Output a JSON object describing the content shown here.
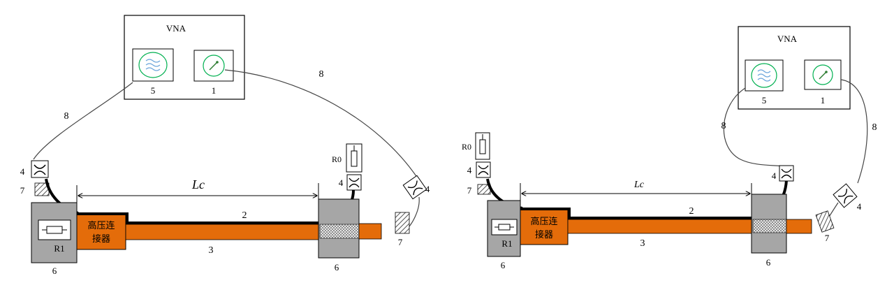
{
  "colors": {
    "orange": "#e46c0a",
    "block_gray": "#a6a6a6",
    "cable_black": "#000000",
    "wire_gray": "#444444",
    "instrument_green": "#00b050",
    "wave_blue": "#6fa8dc",
    "dashboard_green": "#2e7d32"
  },
  "icons": {
    "signal_source": "wave-icon",
    "receiver": "dial-icon",
    "connector": "coax-connector-icon",
    "resistor": "resistor-icon",
    "clamp": "hatched-clamp-icon"
  },
  "left": {
    "vna": "VNA",
    "l5": "5",
    "l1": "1",
    "l8a": "8",
    "l8b": "8",
    "l4a": "4",
    "l7a": "7",
    "r0": "R0",
    "l4b": "4",
    "l4c": "4",
    "lc": "Lc",
    "l2": "2",
    "hv1": "高压连",
    "hv2": "接器",
    "r1": "R1",
    "l3": "3",
    "l7b": "7",
    "l6a": "6",
    "l6b": "6"
  },
  "right": {
    "vna": "VNA",
    "l5": "5",
    "l1": "1",
    "l8a": "8",
    "l8b": "8",
    "r0": "R0",
    "l4a": "4",
    "l7a": "7",
    "l4b": "4",
    "lc": "Lc",
    "l2": "2",
    "hv1": "高压连",
    "hv2": "接器",
    "r1": "R1",
    "l3": "3",
    "l4c": "4",
    "l7b": "7",
    "l6a": "6",
    "l6b": "6"
  }
}
